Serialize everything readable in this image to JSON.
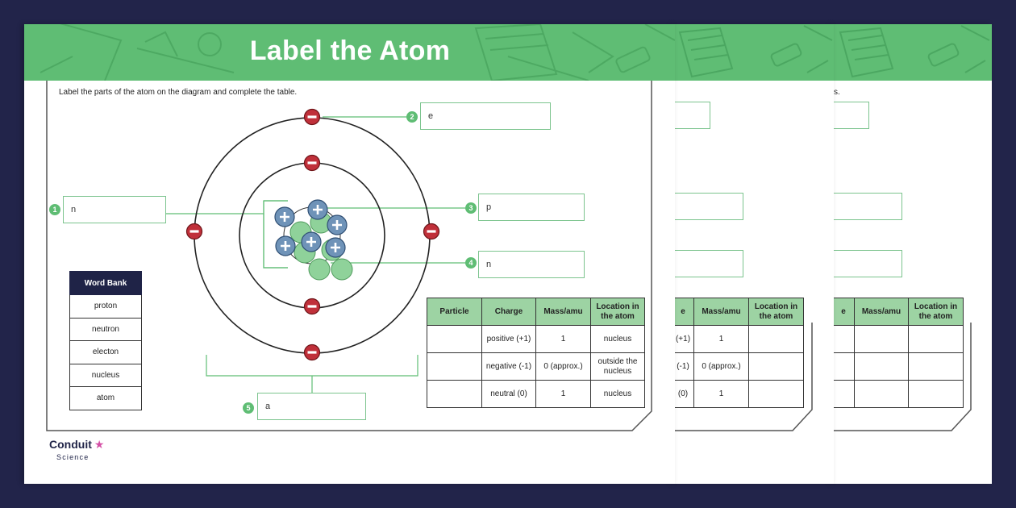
{
  "page": {
    "title": "Label the Atom",
    "instruction": "Label the parts of the atom on the diagram and complete the table.",
    "instruction_partial": "s."
  },
  "labels": [
    {
      "num": "1",
      "text": "n"
    },
    {
      "num": "2",
      "text": "e"
    },
    {
      "num": "3",
      "text": "p"
    },
    {
      "num": "4",
      "text": "n"
    },
    {
      "num": "5",
      "text": "a"
    }
  ],
  "atom": {
    "electron_count": 6,
    "proton_count": 6,
    "neutron_count": 6,
    "shells": 2
  },
  "word_bank": {
    "title": "Word Bank",
    "words": [
      "proton",
      "neutron",
      "electon",
      "nucleus",
      "atom"
    ]
  },
  "particle_table": {
    "headers": [
      "Particle",
      "Charge",
      "Mass/amu",
      "Location in the atom"
    ],
    "rows": [
      [
        "",
        "positive (+1)",
        "1",
        "nucleus"
      ],
      [
        "",
        "negative (-1)",
        "0 (approx.)",
        "outside the nucleus"
      ],
      [
        "",
        "neutral (0)",
        "1",
        "nucleus"
      ]
    ]
  },
  "sheet2_table": {
    "headers": [
      "e",
      "Mass/amu",
      "Location in the atom"
    ],
    "rows": [
      [
        "(+1)",
        "1",
        ""
      ],
      [
        "(-1)",
        "0 (approx.)",
        ""
      ],
      [
        "(0)",
        "1",
        ""
      ]
    ]
  },
  "sheet3_table": {
    "headers": [
      "e",
      "Mass/amu",
      "Location in the atom"
    ],
    "rows": [
      [
        "",
        "",
        ""
      ],
      [
        "",
        "",
        ""
      ],
      [
        "",
        "",
        ""
      ]
    ]
  },
  "brand": {
    "name": "Conduit",
    "sub": "Science",
    "star": "★"
  },
  "colors": {
    "banner_green": "#5fbd74",
    "label_green": "#7cc48e",
    "table_header_green": "#9dd3a3",
    "navy": "#1f2347",
    "electron_red": "#c0303a",
    "proton_blue": "#6f93b8",
    "neutron_green": "#8fd29a"
  }
}
